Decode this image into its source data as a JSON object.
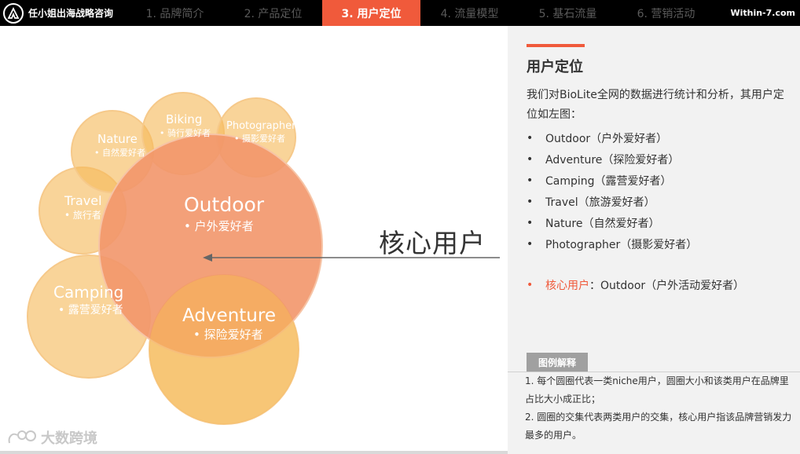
{
  "header": {
    "brand": "任小姐出海战略咨询",
    "site": "Within-7.com",
    "tabs": [
      {
        "label": "1. 品牌简介",
        "active": false
      },
      {
        "label": "2. 产品定位",
        "active": false
      },
      {
        "label": "3. 用户定位",
        "active": true
      },
      {
        "label": "4. 流量模型",
        "active": false
      },
      {
        "label": "5. 基石流量",
        "active": false
      },
      {
        "label": "6. 营销活动",
        "active": false
      }
    ]
  },
  "diagram": {
    "bubbles": {
      "outdoor": {
        "name": "Outdoor",
        "sub": "• 户外爱好者"
      },
      "adventure": {
        "name": "Adventure",
        "sub": "• 探险爱好者"
      },
      "camping": {
        "name": "Camping",
        "sub": "• 露营爱好者"
      },
      "travel": {
        "name": "Travel",
        "sub": "• 旅行者"
      },
      "nature": {
        "name": "Nature",
        "sub": "• 自然爱好者"
      },
      "biking": {
        "name": "Biking",
        "sub": "• 骑行爱好者"
      },
      "photographer": {
        "name": "Photographer",
        "sub": "• 摄影爱好者"
      }
    },
    "core_label": "核心用户"
  },
  "panel": {
    "title": "用户定位",
    "intro": "我们对BioLite全网的数据进行统计和分析，其用户定位如左图：",
    "bullet": "•",
    "items": [
      "Outdoor（户外爱好者）",
      "Adventure（探险爱好者）",
      "Camping（露营爱好者）",
      "Travel（旅游爱好者）",
      "Nature（自然爱好者）",
      "Photographer（摄影爱好者）"
    ],
    "core_key": "核心用户",
    "core_value": "：Outdoor（户外活动爱好者）",
    "legend_title": "图例解释",
    "legend_1": "1. 每个圆圈代表一类niche用户，圆圈大小和该类用户在品牌里占比大小成正比；",
    "legend_2": "2. 圆圈的交集代表两类用户的交集，核心用户指该品牌营销发力最多的用户。"
  },
  "watermark": "大数跨境",
  "colors": {
    "accent": "#f05a3b",
    "bubble_light": "#f6b95a",
    "bubble_core": "#f2966a",
    "nav_bg": "#000000",
    "panel_bg": "#f2f2f2"
  }
}
